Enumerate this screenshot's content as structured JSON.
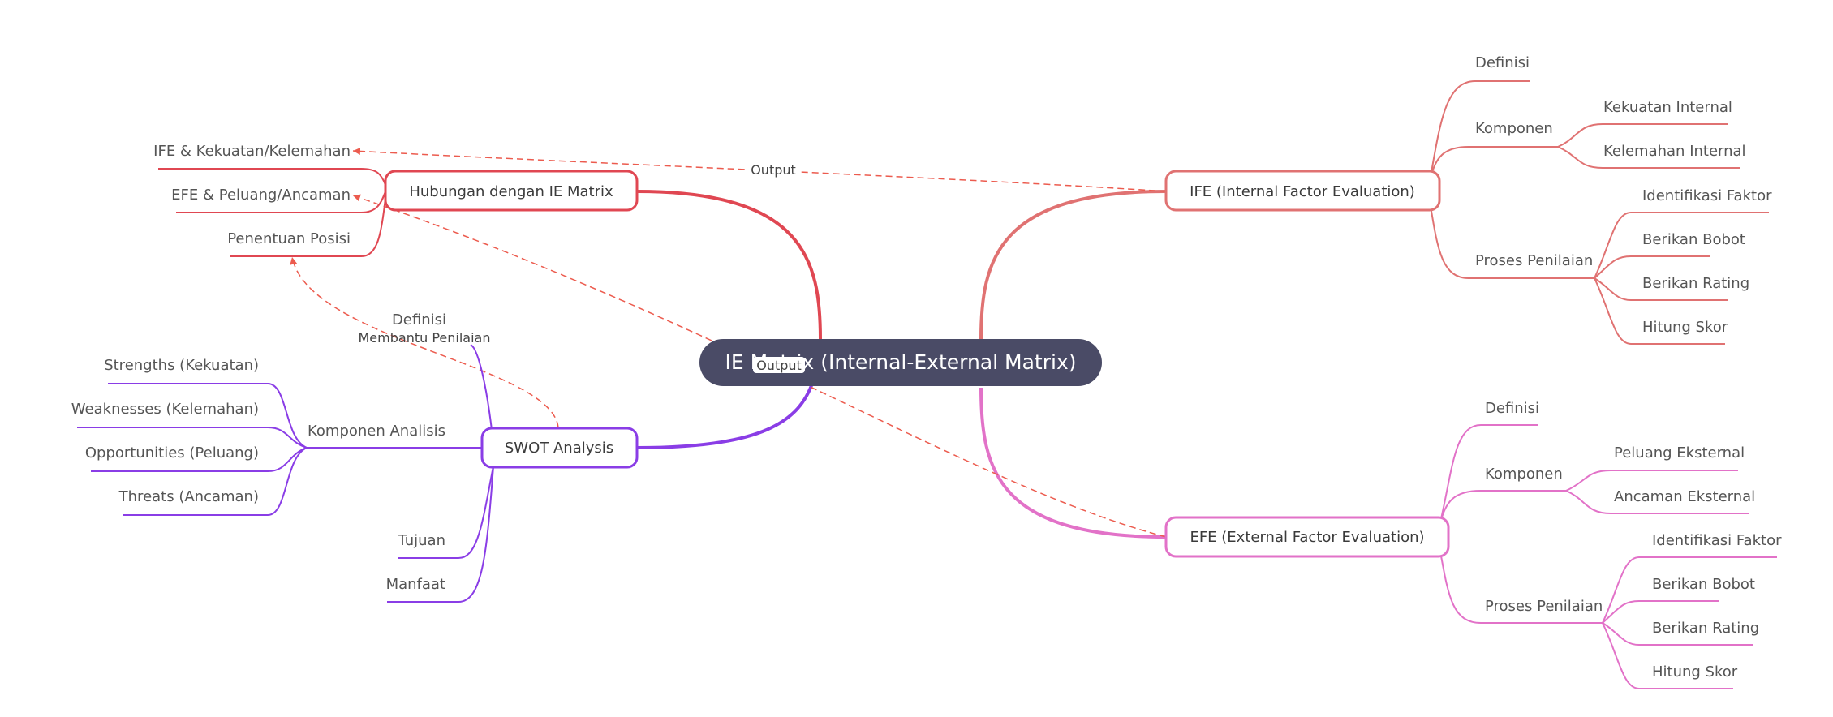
{
  "center": {
    "label": "IE Matrix (Internal-External Matrix)",
    "color": "#4a4b66"
  },
  "branches": {
    "ife": {
      "label": "IFE (Internal Factor Evaluation)",
      "color": "#e07272",
      "definisi": "Definisi",
      "komponen": {
        "label": "Komponen",
        "items": [
          "Kekuatan Internal",
          "Kelemahan Internal"
        ]
      },
      "proses": {
        "label": "Proses Penilaian",
        "items": [
          "Identifikasi Faktor",
          "Berikan Bobot",
          "Berikan Rating",
          "Hitung Skor"
        ]
      }
    },
    "efe": {
      "label": "EFE (External Factor Evaluation)",
      "color": "#e272c8",
      "definisi": "Definisi",
      "komponen": {
        "label": "Komponen",
        "items": [
          "Peluang Eksternal",
          "Ancaman Eksternal"
        ]
      },
      "proses": {
        "label": "Proses Penilaian",
        "items": [
          "Identifikasi Faktor",
          "Berikan Bobot",
          "Berikan Rating",
          "Hitung Skor"
        ]
      }
    },
    "hubungan": {
      "label": "Hubungan dengan IE Matrix",
      "color": "#e04752",
      "items": [
        "IFE & Kekuatan/Kelemahan",
        "EFE & Peluang/Ancaman",
        "Penentuan Posisi"
      ]
    },
    "swot": {
      "label": "SWOT Analysis",
      "color": "#8a3de6",
      "definisi": "Definisi",
      "komponen": {
        "label": "Komponen Analisis",
        "items": [
          "Strengths (Kekuatan)",
          "Weaknesses (Kelemahan)",
          "Opportunities (Peluang)",
          "Threats (Ancaman)"
        ]
      },
      "tujuan": "Tujuan",
      "manfaat": "Manfaat"
    }
  },
  "relations": {
    "output_1": "Output",
    "output_2": "Output",
    "membantu": "Membantu Penilaian",
    "color": "#ec5b4e"
  }
}
